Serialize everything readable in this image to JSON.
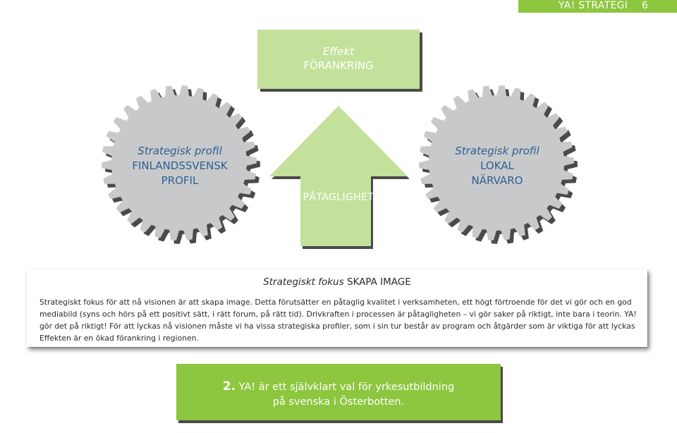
{
  "header": {
    "title": "YA! STRATEGI",
    "page": "6"
  },
  "effekt": {
    "line1": "Effekt",
    "line2": "FÖRANKRING"
  },
  "left_gear": {
    "line1": "Strategisk profil",
    "line2": "FINLANDSSVENSK",
    "line3": "PROFIL"
  },
  "right_gear": {
    "line1": "Strategisk profil",
    "line2": "LOKAL",
    "line3": "NÄRVARO"
  },
  "arrow": {
    "label": "PÅTAGLIGHET"
  },
  "focus": {
    "heading_italic": "Strategiskt fokus",
    "heading_rest": " SKAPA IMAGE",
    "body": "Strategiskt fokus för att nå visionen är att skapa image. Detta förutsätter en påtaglig kvalitet i verksamheten, ett högt förtroende för det vi gör och en god mediabild (syns och hörs på ett positivt sätt, i rätt forum, på rätt tid). Drivkraften i processen är påtagligheten – vi gör saker på riktigt, inte bara i teorin. YA! gör det på riktigt! För att lyckas nå visionen måste vi ha vissa strategiska profiler, som i sin tur består av program och åtgärder som är viktiga för att lyckas Effekten är en ökad förankring i regionen."
  },
  "bottom": {
    "number": "2.",
    "line1": " YA! är ett självklart val för yrkesutbildning",
    "line2": "på svenska i Österbotten."
  },
  "colors": {
    "green": "#8dc63f",
    "light_green": "#c3e19a",
    "gear_gray": "#c8c9cb",
    "text_blue": "#2e5f91"
  }
}
